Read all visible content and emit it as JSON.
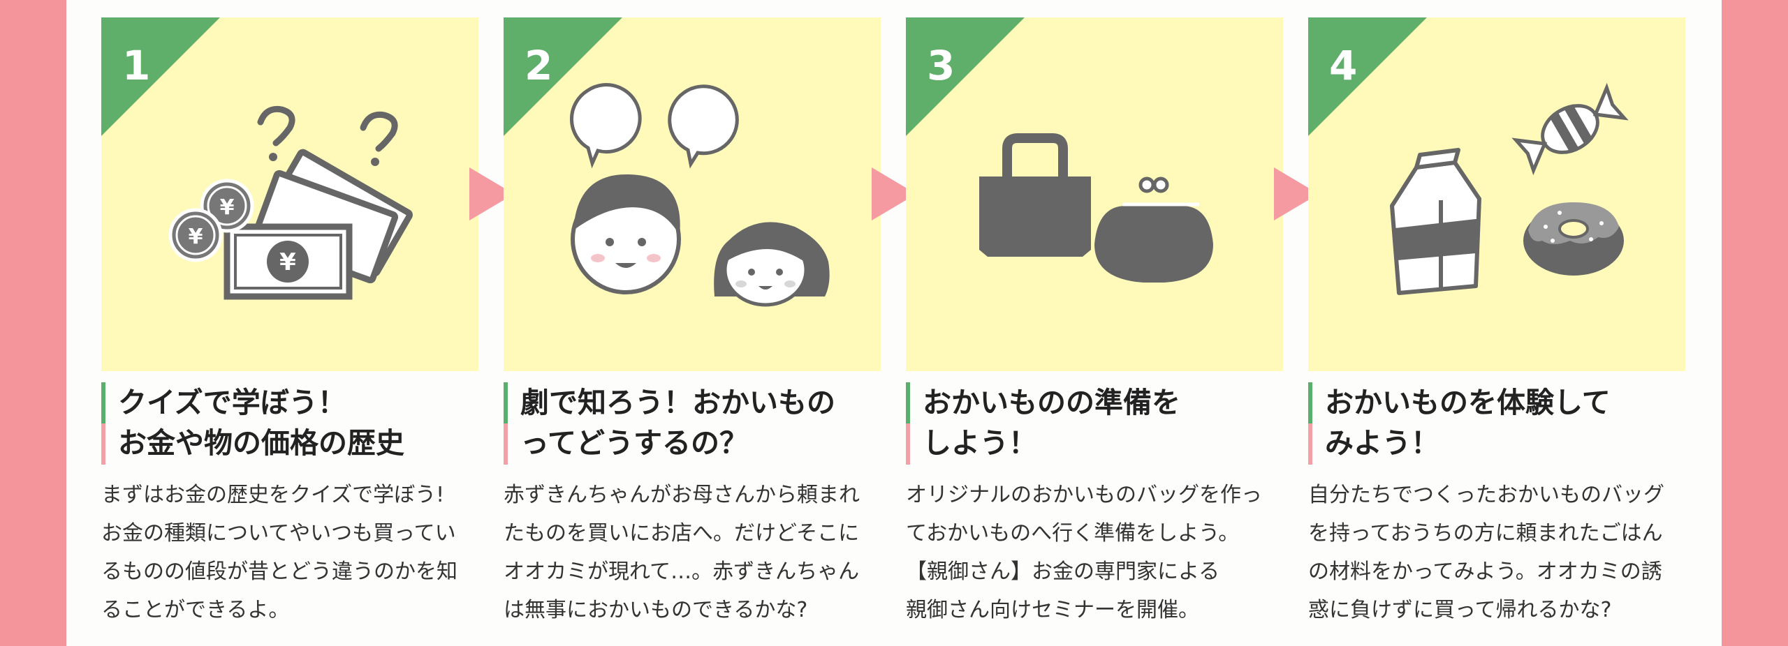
{
  "colors": {
    "background": "#f4959b",
    "card": "#fffaba",
    "badge": "#5fae6a",
    "arrow": "#f59aa1",
    "illustration": "#666666"
  },
  "steps": [
    {
      "number": "1",
      "icons": [
        "coins-icon",
        "banknotes-icon",
        "question-marks-icon"
      ],
      "title": "クイズで学ぼう！\nお金や物の価格の歴史",
      "description": "まずはお金の歴史をクイズで学ぼう!\nお金の種類についてやいつも買ってい\nるものの値段が昔とどう違うのかを知\nることができるよ。"
    },
    {
      "number": "2",
      "icons": [
        "boy-icon",
        "girl-hood-icon",
        "speech-bubbles-icon"
      ],
      "title": "劇で知ろう！おかいもの\nってどうするの？",
      "description": "赤ずきんちゃんがお母さんから頼まれ\nたものを買いにお店へ。だけどそこに\nオオカミが現れて…。赤ずきんちゃん\nは無事におかいものできるかな?"
    },
    {
      "number": "3",
      "icons": [
        "tote-bag-icon",
        "coin-purse-icon"
      ],
      "title": "おかいものの準備を\nしよう！",
      "description": "オリジナルのおかいものバッグを作っ\nておかいものへ行く準備をしよう。\n【親御さん】お金の専門家による\n親御さん向けセミナーを開催。"
    },
    {
      "number": "4",
      "icons": [
        "milk-carton-icon",
        "candy-icon",
        "donut-icon"
      ],
      "title": "おかいものを体験して\nみよう！",
      "description": "自分たちでつくったおかいものバッグ\nを持っておうちの方に頼まれたごはん\nの材料をかってみよう。オオカミの誘\n惑に負けずに買って帰れるかな?"
    }
  ]
}
